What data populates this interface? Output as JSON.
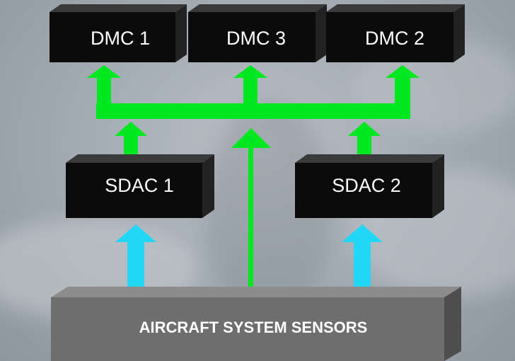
{
  "dmc_units": [
    {
      "id": "dmc1",
      "label": "DMC 1"
    },
    {
      "id": "dmc3",
      "label": "DMC 3"
    },
    {
      "id": "dmc2",
      "label": "DMC 2"
    }
  ],
  "sdac_units": [
    {
      "id": "sdac1",
      "label": "SDAC 1"
    },
    {
      "id": "sdac2",
      "label": "SDAC 2"
    }
  ],
  "sensors": {
    "label": "AIRCRAFT SYSTEM SENSORS"
  },
  "colors": {
    "box_fill": "#0b0b0b",
    "box_top": "#3a3a3a",
    "box_side": "#222222",
    "sensor_fill": "#6e6e6e",
    "sensor_top": "#8c8c8c",
    "sensor_side": "#4e4e4e",
    "digital_bus": "#00e81f",
    "analog_signal": "#22d6f5"
  }
}
